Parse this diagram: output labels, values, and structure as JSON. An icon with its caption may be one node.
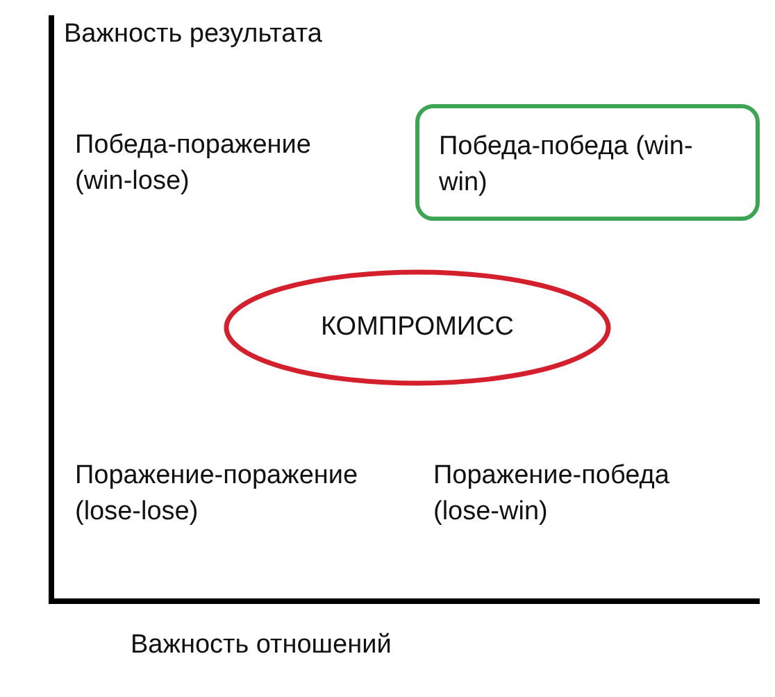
{
  "diagram": {
    "nodes": [
      {
        "text": [
          "Победа-победа (win-win)"
        ]
      },
      {
        "text": [
          "КОМПРОМИСС"
        ]
      }
    ],
    "labels": [
      "Важность результата",
      "Победа-поражение (win-lose)",
      "Поражение-поражение (lose-lose)",
      "Поражение-победа (lose-win)",
      "Важность отношений"
    ]
  }
}
